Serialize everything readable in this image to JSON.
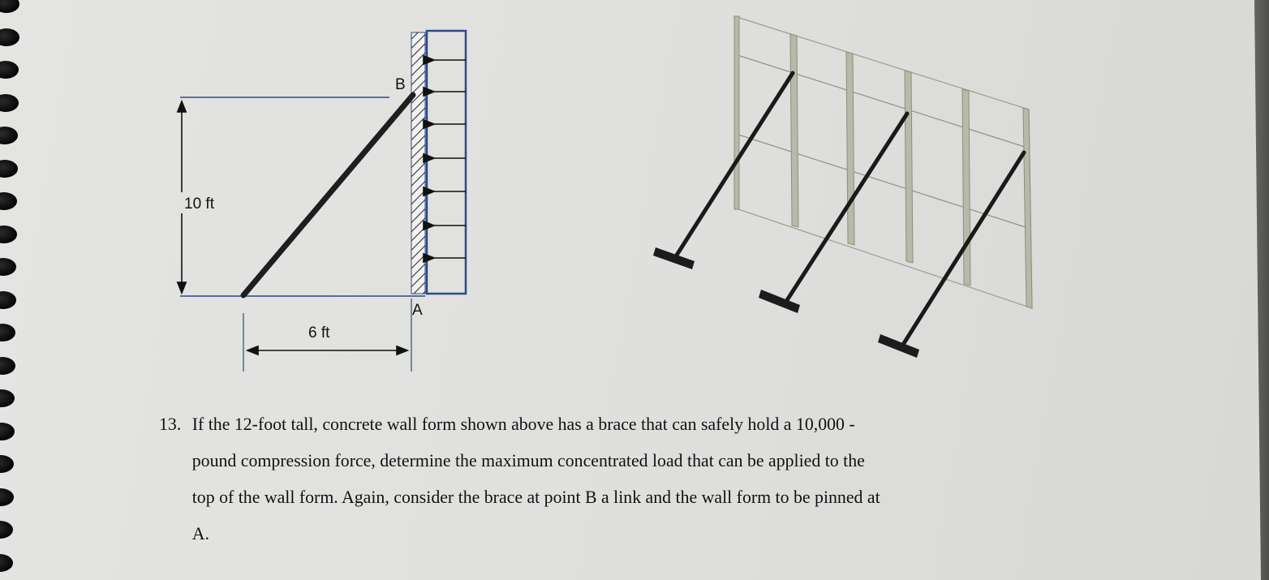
{
  "diagram_left": {
    "label_top": "B",
    "label_bottom": "A",
    "height_dimension": "10 ft",
    "horizontal_dimension": "6 ft",
    "load_arrow_count": 7,
    "colors": {
      "outline": "#2c4a8a",
      "brace": "#1e1e1e",
      "hatch": "#333333"
    }
  },
  "diagram_right": {
    "brace_count": 3,
    "stud_count": 6,
    "colors": {
      "frame": "#9a9f8c",
      "brace": "#1a1a1a"
    }
  },
  "question": {
    "number": "13.",
    "lines": [
      "If the 12-foot tall, concrete wall form shown above has a brace that can safely hold a 10,000 -",
      "pound compression force, determine the maximum concentrated load that can be applied to the",
      "top of the wall form. Again, consider the brace at point B a link and the wall form to be pinned at",
      "A."
    ]
  }
}
